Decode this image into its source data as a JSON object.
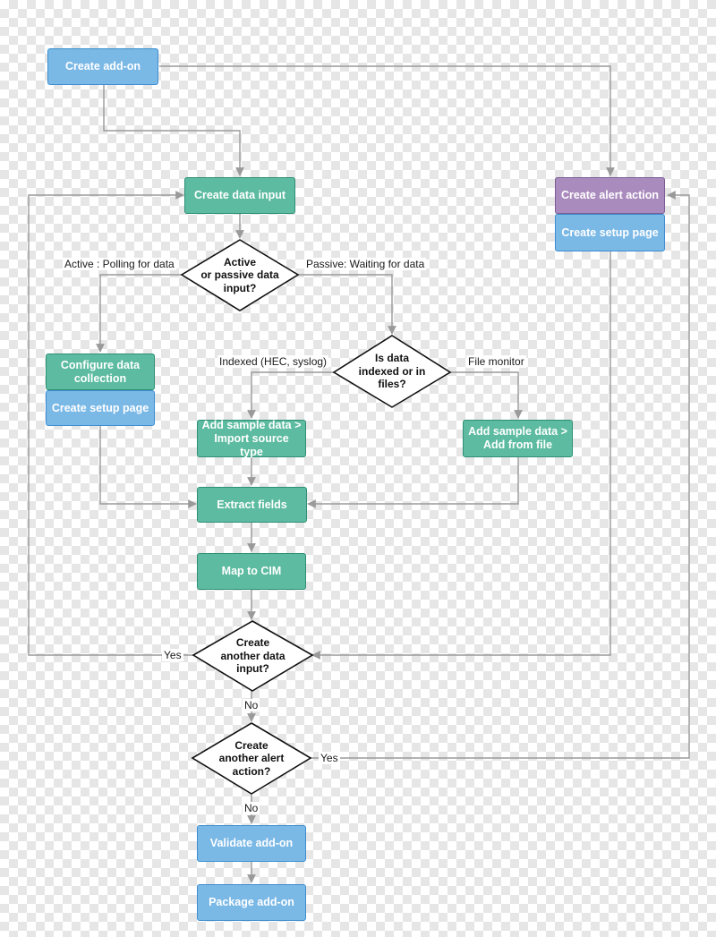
{
  "nodes": {
    "create_addon": "Create add-on",
    "create_data_input": "Create data input",
    "create_alert_action": "Create alert action",
    "create_setup_page_alert": "Create setup page",
    "active_passive_decision": "Active\nor passive data\ninput?",
    "configure_data_collection": "Configure data\ncollection",
    "create_setup_page_input": "Create setup page",
    "is_data_indexed_decision": "Is data\nindexed or in\nfiles?",
    "sample_import_source": "Add sample data >\nImport source type",
    "sample_add_from_file": "Add sample data >\nAdd from file",
    "extract_fields": "Extract fields",
    "map_to_cim": "Map to CIM",
    "another_data_input_decision": "Create\nanother data\ninput?",
    "another_alert_action_decision": "Create\nanother alert\naction?",
    "validate_addon": "Validate add-on",
    "package_addon": "Package add-on"
  },
  "edge_labels": {
    "active": "Active : Polling for data",
    "passive": "Passive: Waiting for data",
    "indexed": "Indexed (HEC, syslog)",
    "file_monitor": "File monitor",
    "yes_data_input": "Yes",
    "no_data_input": "No",
    "yes_alert_action": "Yes",
    "no_alert_action": "No"
  },
  "colors": {
    "green_fill": "#5cbba0",
    "blue_fill": "#7ab8e6",
    "purple_fill": "#aa8bbd",
    "connector": "#9a9a9a"
  }
}
